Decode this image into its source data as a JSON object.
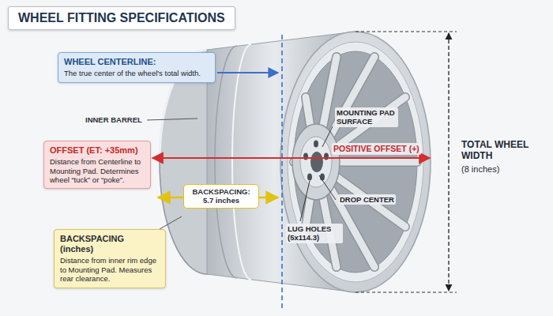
{
  "diagram": {
    "title": "WHEEL FITTING SPECIFICATIONS",
    "nodes": [
      {
        "text": [
          "WHEEL CENTERLINE:",
          "The true center of the wheel's total width."
        ]
      },
      {
        "text": [
          "OFFSET (ET: +35mm)",
          "Distance from Centerline to Mounting Pad. Determines wheel “tuck” or “poke”."
        ]
      },
      {
        "text": [
          "BACKSPACING (inches)",
          "Distance from inner rim edge to Mounting Pad. Measures rear clearance."
        ]
      }
    ],
    "labels": [
      "INNER BARREL",
      "MOUNTING PAD SURFACE",
      "POSITIVE OFFSET (+)",
      "TOTAL WHEEL WIDTH",
      "(8 inches)",
      "DROP CENTER",
      "BACKSPACING: 5.7 inches",
      "LUG HOLES (5x114.3)"
    ]
  }
}
